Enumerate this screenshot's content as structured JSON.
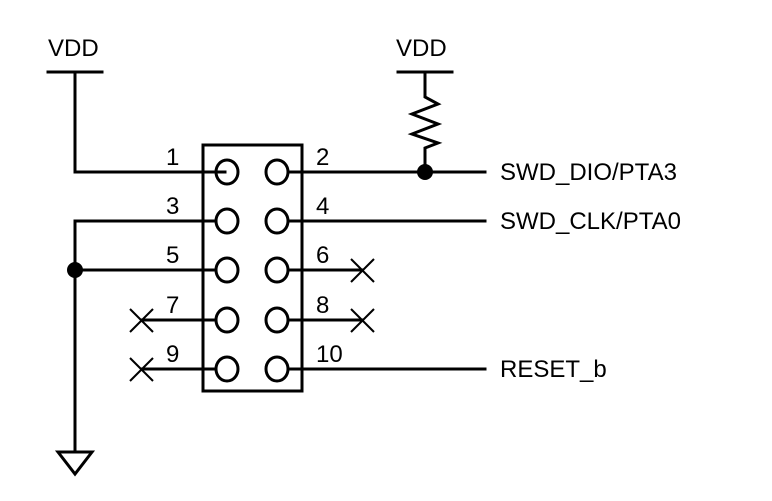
{
  "schematic": {
    "power_left": "VDD",
    "power_right": "VDD",
    "pins": {
      "p1": "1",
      "p2": "2",
      "p3": "3",
      "p4": "4",
      "p5": "5",
      "p6": "6",
      "p7": "7",
      "p8": "8",
      "p9": "9",
      "p10": "10"
    },
    "nets": {
      "swd_dio": "SWD_DIO/PTA3",
      "swd_clk": "SWD_CLK/PTA0",
      "reset": "RESET_b"
    }
  }
}
